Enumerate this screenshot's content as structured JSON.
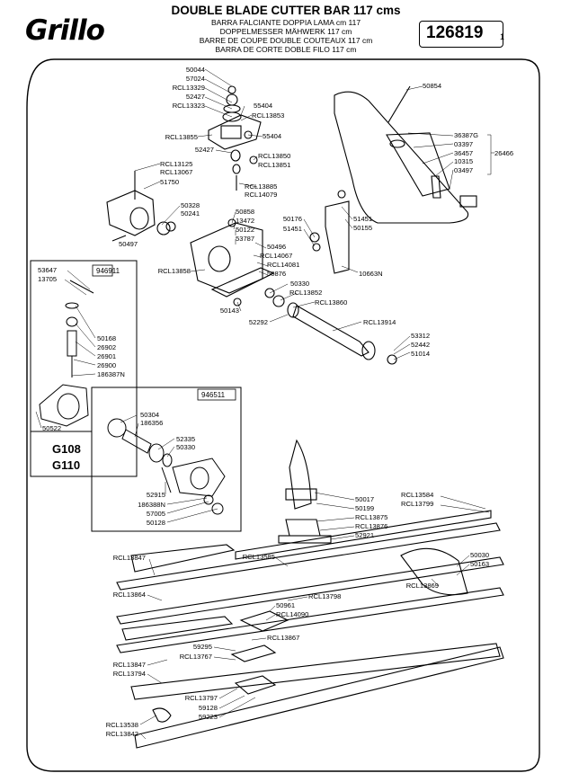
{
  "header": {
    "logo": "Grillo",
    "title": "DOUBLE BLADE CUTTER BAR 117 cms",
    "subtitles": [
      "BARRA FALCIANTE DOPPIA LAMA cm 117",
      "DOPPELMESSER MÄHWERK 117 cm",
      "BARRE DE COUPE DOUBLE COUTEAUX 117 cm",
      "BARRA DE CORTE DOBLE FILO 117 cm"
    ],
    "code": "126819",
    "page": "1"
  },
  "kits": {
    "kit1": "946911",
    "kit2": "946511"
  },
  "models": [
    "G108",
    "G110"
  ],
  "parts": {
    "p50044": "50044",
    "p57024": "57024",
    "pRCL13329": "RCL13329",
    "p52427a": "52427",
    "pRCL13323": "RCL13323",
    "p55404a": "55404",
    "pRCL13853": "RCL13853",
    "pRCL13855": "RCL13855",
    "p55404b": "55404",
    "p52427b": "52427",
    "pRCL13850": "RCL13850",
    "pRCL13851": "RCL13851",
    "pRCL13125": "RCL13125",
    "pRCL13067": "RCL13067",
    "p51750": "51750",
    "pRCL13885": "RCL13885",
    "pRCL14079": "RCL14079",
    "p50328": "50328",
    "p50241": "50241",
    "p50858": "50858",
    "p13472": "13472",
    "p50122": "50122",
    "p53787": "53787",
    "p50496": "50496",
    "pRCL14067": "RCL14067",
    "pRCL14081": "RCL14081",
    "p50876": "50876",
    "pRCL13858": "RCL13858",
    "p50497": "50497",
    "p50143": "50143",
    "p50330a": "50330",
    "pRCL13852": "RCL13852",
    "pRCL13860": "RCL13860",
    "p52292": "52292",
    "pRCL13914": "RCL13914",
    "p53312": "53312",
    "p52442": "52442",
    "p51014": "51014",
    "p50854": "50854",
    "p36387G": "36387G",
    "p03397": "03397",
    "p36457": "36457",
    "p10315": "10315",
    "p03497": "03497",
    "p26466": "26466",
    "p50176": "50176",
    "p51451a": "51451",
    "p51451b": "51451",
    "p50155": "50155",
    "p10663N": "10663N",
    "p53647": "53647",
    "p13705": "13705",
    "p50168": "50168",
    "p26902": "26902",
    "p26901": "26901",
    "p26900": "26900",
    "p186387N": "186387N",
    "p50522": "50522",
    "p50304": "50304",
    "p186356": "186356",
    "p52335": "52335",
    "p50330b": "50330",
    "p52915": "52915",
    "p186388N": "186388N",
    "p57005": "57005",
    "p50128": "50128",
    "p50017": "50017",
    "p50199": "50199",
    "pRCL13875": "RCL13875",
    "pRCL13876": "RCL13876",
    "p52921": "52921",
    "pRCL13584": "RCL13584",
    "pRCL13799": "RCL13799",
    "pRCL13847a": "RCL13847",
    "pRCL13585": "RCL13585",
    "p50030": "50030",
    "p50163": "50163",
    "pRCL13869": "RCL13869",
    "pRCL13798": "RCL13798",
    "pRCL13864": "RCL13864",
    "p50961": "50961",
    "pRCL14090": "RCL14090",
    "pRCL13867": "RCL13867",
    "p59295": "59295",
    "pRCL13767": "RCL13767",
    "pRCL13847b": "RCL13847",
    "pRCL13794": "RCL13794",
    "pRCL13797": "RCL13797",
    "p59128": "59128",
    "p59223": "59223",
    "pRCL13538": "RCL13538",
    "pRCL13842": "RCL13842"
  }
}
